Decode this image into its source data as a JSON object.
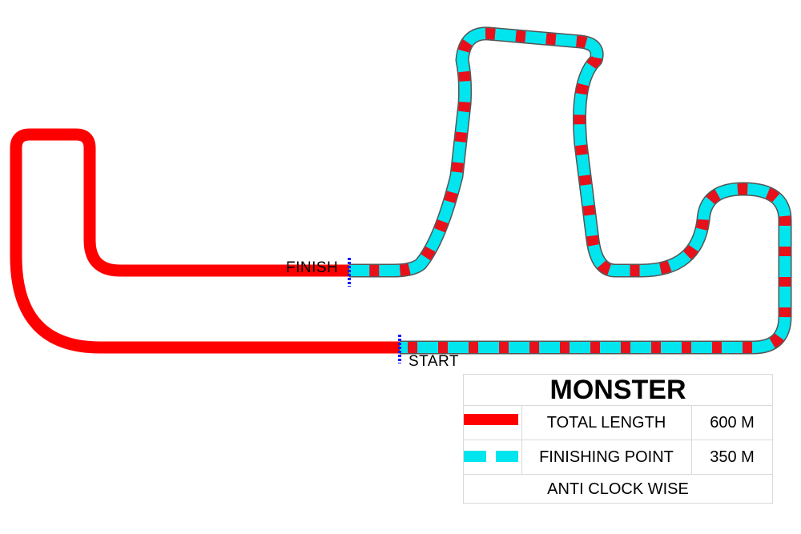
{
  "title": "MONSTER",
  "markers": {
    "finish_label": "FINISH",
    "start_label": "START"
  },
  "legend": {
    "rows": [
      {
        "symbol": "solid-red-line",
        "label": "TOTAL LENGTH",
        "value": "600 M"
      },
      {
        "symbol": "dashed-cyan-red-line",
        "label": "FINISHING POINT",
        "value": "350 M"
      }
    ],
    "direction": "ANTI CLOCK WISE"
  },
  "colors": {
    "total_length": "#ff0000",
    "finishing_point": "#00e5ee",
    "finishing_point_stripe": "#e8101a",
    "marker": "#1a1aff",
    "outline": "#555555"
  }
}
